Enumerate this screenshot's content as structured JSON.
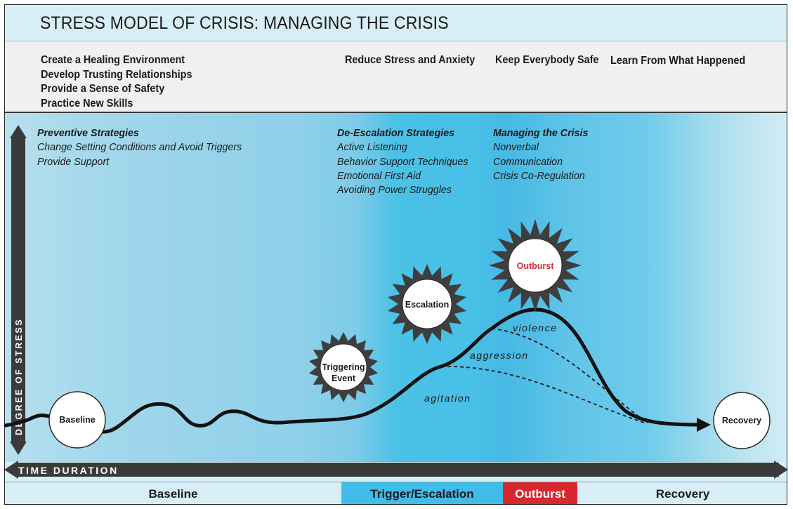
{
  "title": "STRESS MODEL OF CRISIS: MANAGING THE CRISIS",
  "goals": {
    "baseline": [
      "Create a Healing Environment",
      "Develop Trusting Relationships",
      "Provide a Sense of Safety",
      "Practice New Skills"
    ],
    "trigger_escalation": "Reduce Stress and Anxiety",
    "outburst": "Keep Everybody Safe",
    "recovery": "Learn From What Happened"
  },
  "strategies": {
    "preventive": {
      "heading": "Preventive Strategies",
      "items": [
        "Change Setting Conditions and Avoid Triggers",
        "Provide Support"
      ]
    },
    "de_escalation": {
      "heading": "De-Escalation Strategies",
      "items": [
        "Active Listening",
        "Behavior Support Techniques",
        "Emotional First Aid",
        "Avoiding Power Struggles"
      ]
    },
    "managing": {
      "heading": "Managing the Crisis",
      "items": [
        "Nonverbal",
        "Communication",
        "Crisis Co-Regulation"
      ]
    }
  },
  "nodes": {
    "baseline": "Baseline",
    "triggering_line1": "Triggering",
    "triggering_line2": "Event",
    "escalation": "Escalation",
    "outburst": "Outburst",
    "recovery": "Recovery"
  },
  "curve_labels": {
    "violence": "violence",
    "aggression": "aggression",
    "agitation": "agitation"
  },
  "axes": {
    "y": "DEGREE OF STRESS",
    "x": "TIME DURATION"
  },
  "phases": {
    "baseline": "Baseline",
    "trigger_escalation": "Trigger/Escalation",
    "outburst": "Outburst",
    "recovery": "Recovery"
  },
  "colors": {
    "outburst_red": "#d7282f",
    "escalation_blue": "#3fbde8",
    "axis_gray": "#3a3a3a"
  }
}
